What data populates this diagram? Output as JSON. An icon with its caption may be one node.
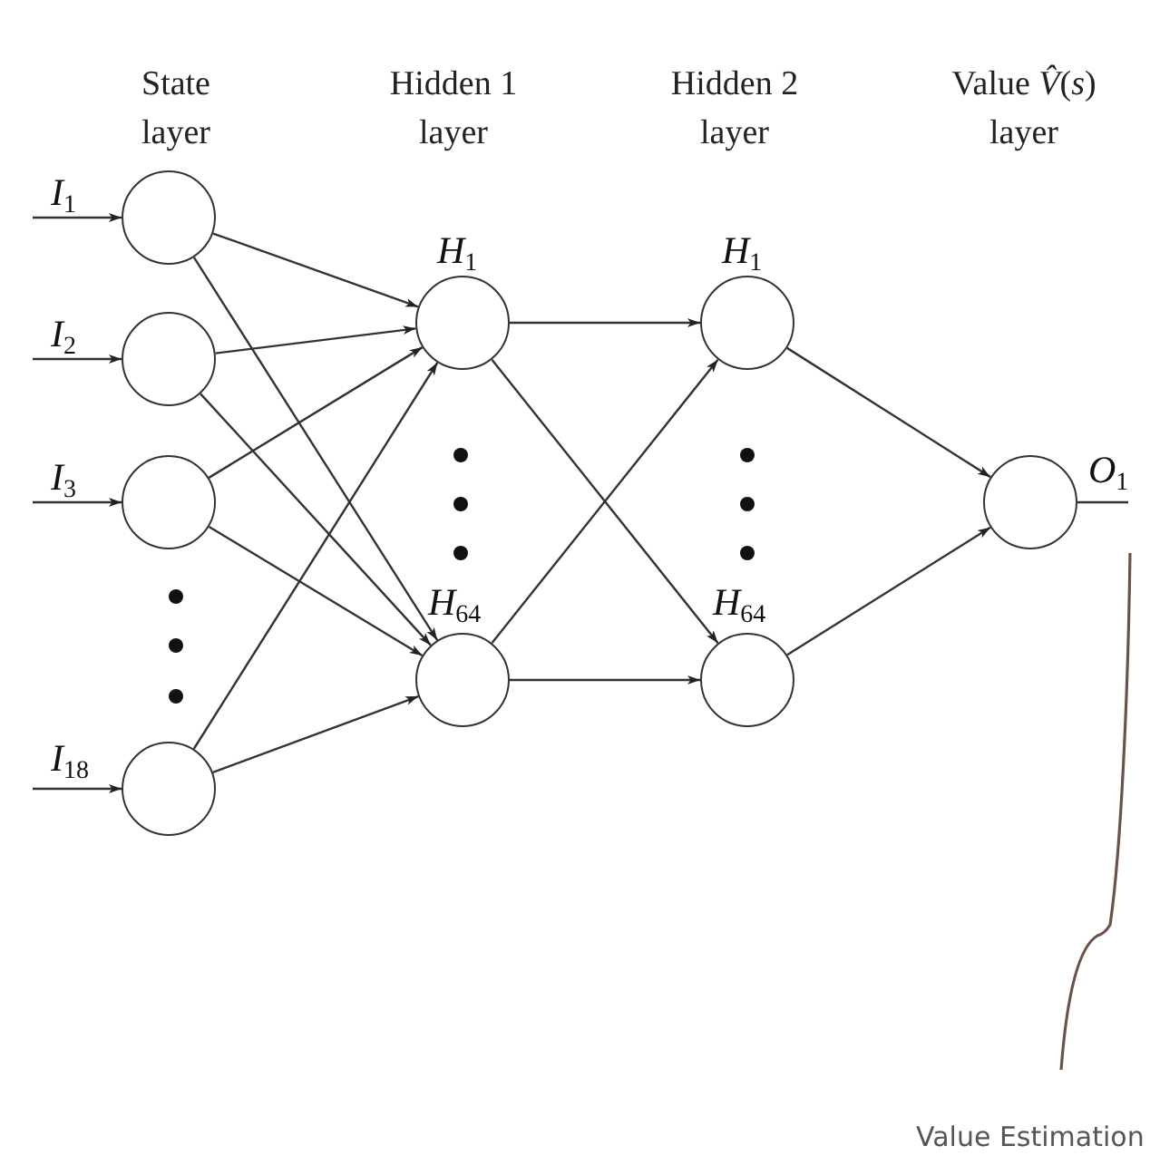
{
  "diagram": {
    "nodes": [
      {
        "text": [],
        "shape": "circle",
        "beside": [
          "*I*$_{1}$"
        ]
      },
      {
        "text": [],
        "shape": "circle",
        "beside": [
          "*I*$_{2}$"
        ]
      },
      {
        "text": [],
        "shape": "circle",
        "beside": [
          "*I*$_{3}$"
        ]
      },
      {
        "text": [],
        "shape": "circle",
        "beside": [
          "*I*$_{18}$"
        ]
      },
      {
        "text": [],
        "shape": "circle",
        "beside": [
          "*H*$_{1}$"
        ]
      },
      {
        "text": [],
        "shape": "circle",
        "beside": [
          "*H*$_{64}$"
        ]
      },
      {
        "text": [],
        "shape": "circle",
        "beside": [
          "*H*$_{1}$"
        ]
      },
      {
        "text": [],
        "shape": "circle",
        "beside": [
          "*H*$_{64}$"
        ]
      },
      {
        "text": [],
        "shape": "circle",
        "beside": [
          "*O*$_{1}$"
        ]
      }
    ],
    "edges": [
      {
        "from": null,
        "to": 0,
        "arrow": "to"
      },
      {
        "from": null,
        "to": 1,
        "arrow": "to"
      },
      {
        "from": null,
        "to": 2,
        "arrow": "to"
      },
      {
        "from": null,
        "to": 3,
        "arrow": "to"
      },
      {
        "from": 0,
        "to": 4,
        "arrow": "to"
      },
      {
        "from": 0,
        "to": 5,
        "arrow": "to"
      },
      {
        "from": 1,
        "to": 4,
        "arrow": "to"
      },
      {
        "from": 1,
        "to": 5,
        "arrow": "to"
      },
      {
        "from": 2,
        "to": 4,
        "arrow": "to"
      },
      {
        "from": 2,
        "to": 5,
        "arrow": "to"
      },
      {
        "from": 3,
        "to": 4,
        "arrow": "to"
      },
      {
        "from": 3,
        "to": 5,
        "arrow": "to"
      },
      {
        "from": 4,
        "to": 6,
        "arrow": "to"
      },
      {
        "from": 4,
        "to": 7,
        "arrow": "to"
      },
      {
        "from": 5,
        "to": 6,
        "arrow": "to"
      },
      {
        "from": 5,
        "to": 7,
        "arrow": "to"
      },
      {
        "from": 6,
        "to": 8,
        "arrow": "to"
      },
      {
        "from": 7,
        "to": 8,
        "arrow": "to"
      },
      {
        "from": 8,
        "to": null,
        "arrow": "none"
      }
    ],
    "labels": [
      "State layer",
      "Hidden 1 layer",
      "Hidden 2 layer",
      "Value *V̂*(*s*) layer",
      "Value Estimation"
    ]
  }
}
